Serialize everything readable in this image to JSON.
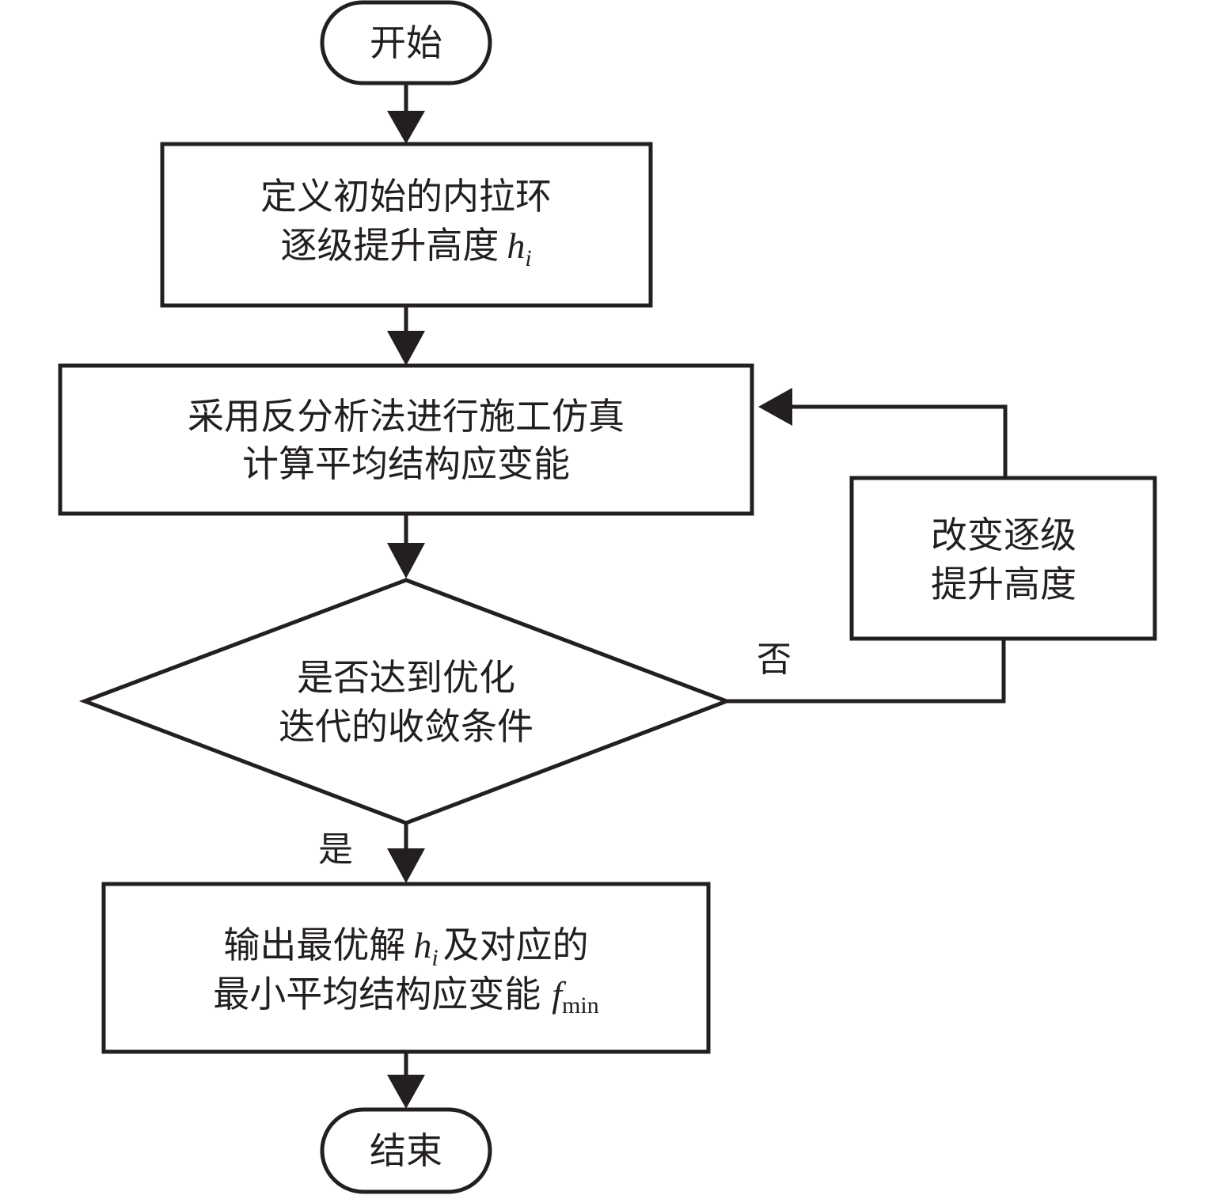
{
  "diagram": {
    "type": "flowchart",
    "colors": {
      "stroke": "#231f20",
      "background": "#ffffff"
    },
    "nodes": {
      "start": {
        "kind": "terminal",
        "label": "开始"
      },
      "define_height": {
        "kind": "process",
        "line1": "定义初始的内拉环",
        "line2_text": "逐级提升高度",
        "line2_var": "h",
        "line2_sub": "i"
      },
      "simulate": {
        "kind": "process",
        "line1": "采用反分析法进行施工仿真",
        "line2": "计算平均结构应变能"
      },
      "converge_check": {
        "kind": "decision",
        "line1": "是否达到优化",
        "line2": "迭代的收敛条件"
      },
      "change_height": {
        "kind": "process",
        "line1": "改变逐级",
        "line2": "提升高度"
      },
      "output": {
        "kind": "process",
        "line1_pre": "输出最优解",
        "line1_var": "h",
        "line1_sub": "i",
        "line1_post": "及对应的",
        "line2_text": "最小平均结构应变能",
        "line2_var": "f",
        "line2_sub": "min"
      },
      "end": {
        "kind": "terminal",
        "label": "结束"
      }
    },
    "edges": [
      {
        "from": "start",
        "to": "define_height",
        "label": ""
      },
      {
        "from": "define_height",
        "to": "simulate",
        "label": ""
      },
      {
        "from": "simulate",
        "to": "converge_check",
        "label": ""
      },
      {
        "from": "converge_check",
        "to": "output",
        "label": "是"
      },
      {
        "from": "converge_check",
        "to": "change_height",
        "label": "否"
      },
      {
        "from": "change_height",
        "to": "simulate",
        "label": ""
      },
      {
        "from": "output",
        "to": "end",
        "label": ""
      }
    ],
    "edge_labels": {
      "yes": "是",
      "no": "否"
    }
  }
}
